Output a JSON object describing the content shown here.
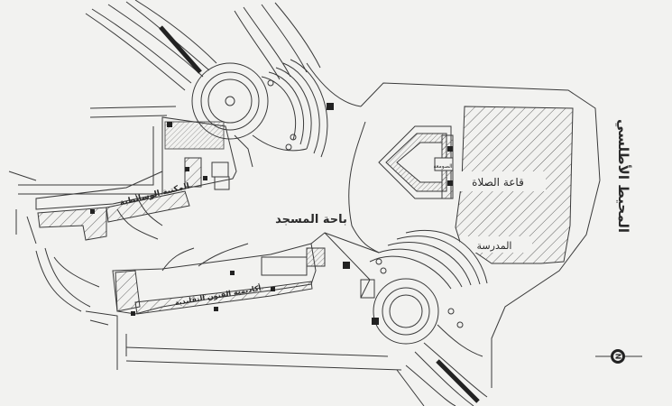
{
  "labels": {
    "ocean": "المحيط الأطلسي",
    "plaza": "باحة المسجد",
    "prayer_hall": "قاعة الصلاة",
    "madrasa": "المدرسة",
    "library": "المكتبة الوسائطية",
    "academy": "أكاديمية الفنون التقليدية",
    "minaret": "الصومعة",
    "north": "N"
  },
  "colors": {
    "background": "#f2f2f0",
    "line": "#3a3a3a",
    "hatch": "#555555",
    "dark": "#222222"
  },
  "icons": {
    "compass": "north-arrow-icon"
  }
}
